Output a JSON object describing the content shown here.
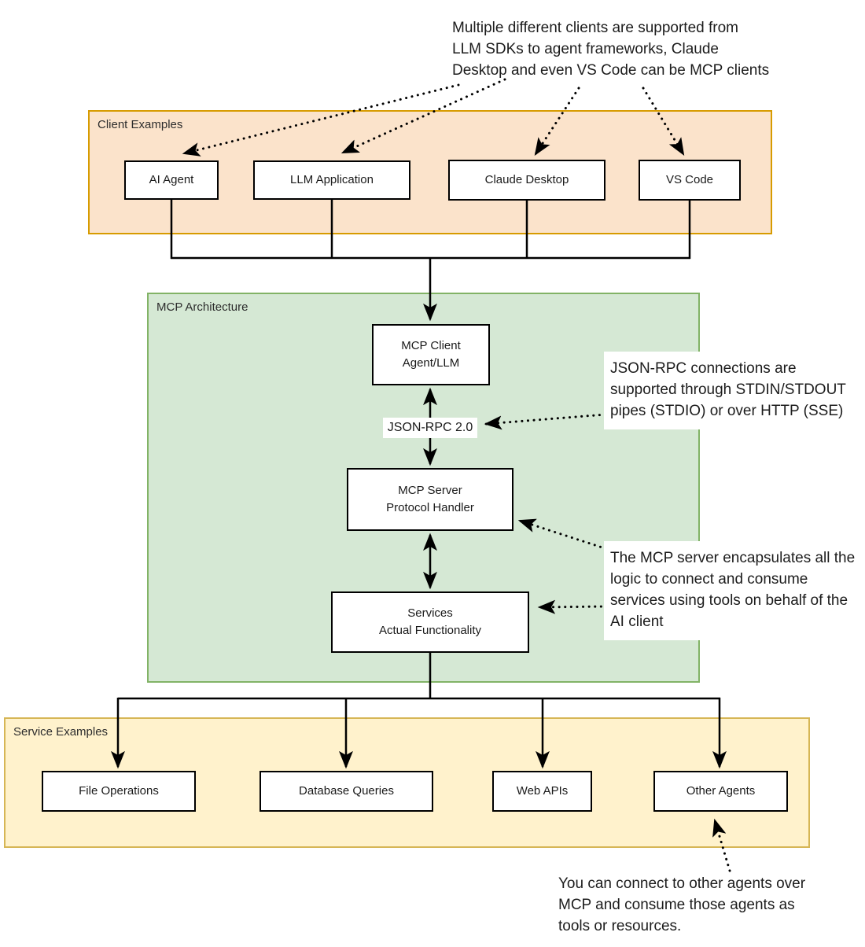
{
  "diagram_title": "MCP Architecture diagram",
  "colors": {
    "clients_fill": "#fbe3cb",
    "clients_border": "#d79b00",
    "architecture_fill": "#d5e8d4",
    "architecture_border": "#82b366",
    "services_fill": "#fff2cc",
    "services_border": "#d6b656",
    "node_fill": "#ffffff",
    "node_border": "#000000",
    "connector": "#000000"
  },
  "client_group": {
    "label": "Client Examples",
    "nodes": [
      {
        "label": "AI Agent"
      },
      {
        "label": "LLM Application"
      },
      {
        "label": "Claude Desktop"
      },
      {
        "label": "VS Code"
      }
    ]
  },
  "architecture_group": {
    "label": "MCP Architecture",
    "link_label": "JSON-RPC 2.0",
    "nodes": [
      {
        "line1": "MCP Client",
        "line2": "Agent/LLM"
      },
      {
        "line1": "MCP Server",
        "line2": "Protocol Handler"
      },
      {
        "line1": "Services",
        "line2": "Actual Functionality"
      }
    ]
  },
  "service_group": {
    "label": "Service Examples",
    "nodes": [
      {
        "label": "File Operations"
      },
      {
        "label": "Database Queries"
      },
      {
        "label": "Web APIs"
      },
      {
        "label": "Other Agents"
      }
    ]
  },
  "annotations": {
    "clients_note": {
      "text": "Multiple different clients are supported from LLM SDKs to agent frameworks, Claude Desktop and even VS Code can be MCP clients",
      "lines": [
        "Multiple different clients are supported from",
        "LLM SDKs to agent frameworks, Claude",
        "Desktop and even VS Code can be MCP clients"
      ]
    },
    "jsonrpc_note": {
      "text": "JSON-RPC connections are supported through STDIN/STDOUT pipes (STDIO) or over HTTP (SSE)",
      "lines": [
        "JSON-RPC connections are",
        "supported through STDIN/STDOUT",
        "pipes (STDIO) or over HTTP (SSE)"
      ]
    },
    "server_note": {
      "text": "The MCP server encapsulates all the logic to connect and consume services using tools on behalf of the AI client",
      "lines": [
        "The MCP server encapsulates all the",
        "logic to connect and consume",
        "services using tools on behalf of the",
        "AI client"
      ]
    },
    "agents_note": {
      "text": "You can connect to other agents over MCP and consume those agents as tools or resources.",
      "lines": [
        "You can connect to other agents over",
        "MCP and consume those agents as",
        "tools or resources."
      ]
    }
  }
}
